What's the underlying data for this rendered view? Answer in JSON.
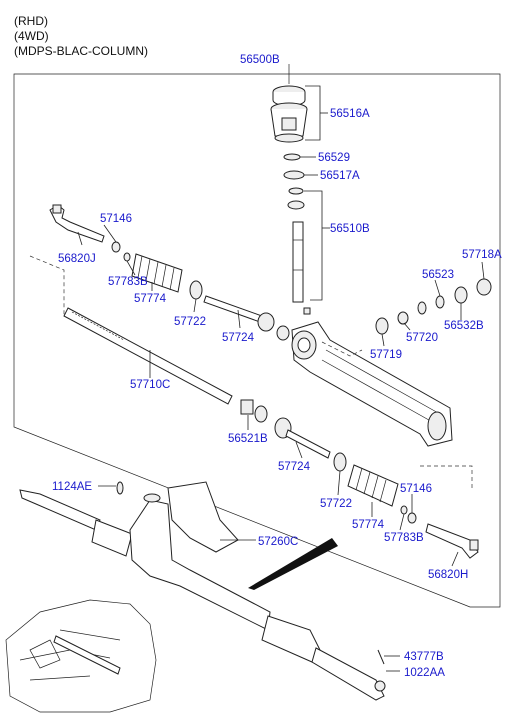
{
  "header": {
    "line1": "(RHD)",
    "line2": "(4WD)",
    "line3": "(MDPS-BLAC-COLUMN)"
  },
  "parts": {
    "p56500B": "56500B",
    "p56516A": "56516A",
    "p56529": "56529",
    "p56517A": "56517A",
    "p56510B": "56510B",
    "p57146a": "57146",
    "p56820J": "56820J",
    "p57783Ba": "57783B",
    "p57774a": "57774",
    "p57722a": "57722",
    "p57724a": "57724",
    "p57718A": "57718A",
    "p56523": "56523",
    "p56532B": "56532B",
    "p57720": "57720",
    "p57719": "57719",
    "p57710C": "57710C",
    "p56521B": "56521B",
    "p57724b": "57724",
    "p57722b": "57722",
    "p57774b": "57774",
    "p57146b": "57146",
    "p57783Bb": "57783B",
    "p56820H": "56820H",
    "p1124AE": "1124AE",
    "p57260C": "57260C",
    "p43777B": "43777B",
    "p1022AA": "1022AA"
  },
  "colors": {
    "label": "#1a1acc",
    "line": "#222222"
  }
}
